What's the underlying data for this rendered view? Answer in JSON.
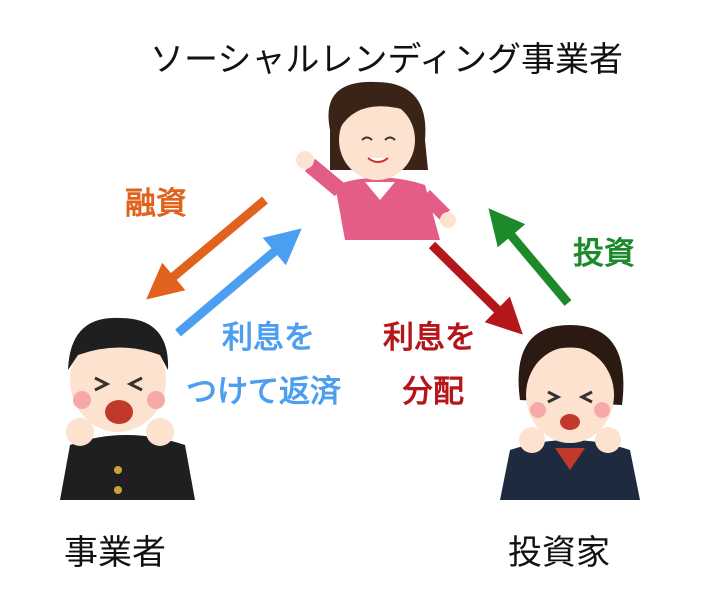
{
  "title": "ソーシャルレンディング事業者",
  "labels": {
    "loan": "融資",
    "repay_line1": "利息を",
    "repay_line2": "つけて返済",
    "distribute_line1": "利息を",
    "distribute_line2": "分配",
    "invest": "投資"
  },
  "roles": {
    "business": "事業者",
    "investor": "投資家"
  },
  "colors": {
    "loan": "#e0621c",
    "repay": "#4c9ef0",
    "distribute": "#b4161a",
    "invest": "#1c8a2a"
  }
}
